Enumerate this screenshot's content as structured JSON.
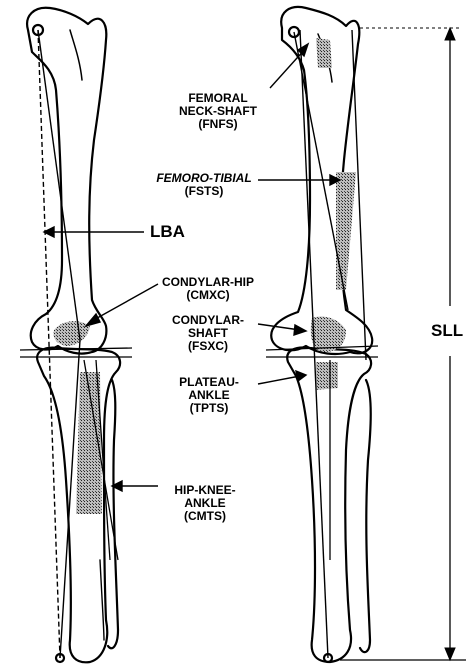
{
  "labels": {
    "fnfs": {
      "name_line1": "FEMORAL",
      "name_line2": "NECK-SHAFT",
      "abbr": "(FNFS)"
    },
    "fsts": {
      "name": "FEMORO-TIBIAL",
      "abbr": "(FSTS)"
    },
    "lba": {
      "text": "LBA"
    },
    "cmxc": {
      "name": "CONDYLAR-HIP",
      "abbr": "(CMXC)"
    },
    "fsxc": {
      "name_line1": "CONDYLAR-",
      "name_line2": "SHAFT",
      "abbr": "(FSXC)"
    },
    "tpts": {
      "name_line1": "PLATEAU-",
      "name_line2": "ANKLE",
      "abbr": "(TPTS)"
    },
    "cmts": {
      "name_line1": "HIP-KNEE-",
      "name_line2": "ANKLE",
      "abbr": "(CMTS)"
    },
    "sll": {
      "text": "SLL"
    }
  },
  "colors": {
    "ink": "#000000",
    "shade": "#9a9a9a",
    "paper": "#ffffff"
  }
}
